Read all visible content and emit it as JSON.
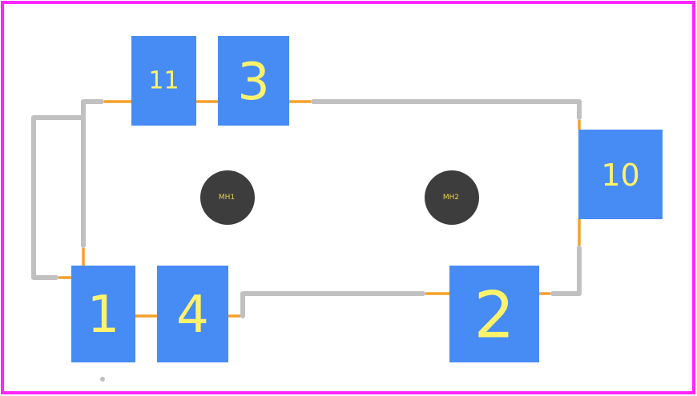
{
  "colors": {
    "outline": "#ff26ff",
    "pad": "#478cf5",
    "pad_text": "#fff36b",
    "trace_gray": "#c0c0c0",
    "trace_orange": "#f5a02a",
    "mount_hole": "#3d3d3d",
    "mount_hole_text": "#e8d44d"
  },
  "pads": [
    {
      "id": "11",
      "label": "11"
    },
    {
      "id": "3",
      "label": "3"
    },
    {
      "id": "10",
      "label": "10"
    },
    {
      "id": "1",
      "label": "1"
    },
    {
      "id": "4",
      "label": "4"
    },
    {
      "id": "2",
      "label": "2"
    }
  ],
  "mount_holes": [
    {
      "id": "MH1",
      "label": "MH1"
    },
    {
      "id": "MH2",
      "label": "MH2"
    }
  ]
}
